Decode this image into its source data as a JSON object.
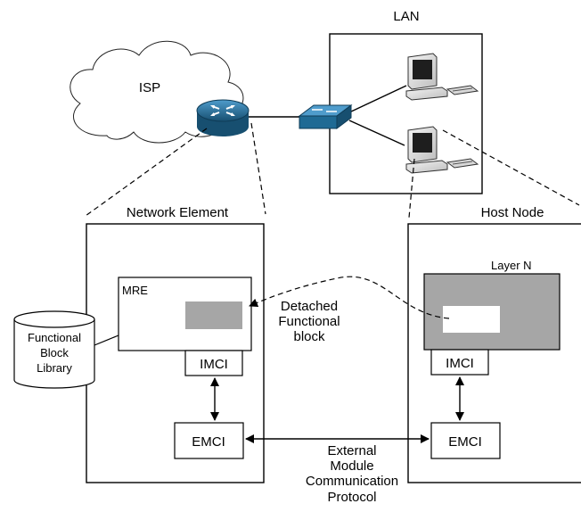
{
  "labels": {
    "isp": "ISP",
    "lan": "LAN",
    "network_element": "Network Element",
    "host_node": "Host Node",
    "mre": "MRE",
    "layer_n": "Layer N",
    "imci": "IMCI",
    "emci": "EMCI",
    "library": [
      "Functional",
      "Block",
      "Library"
    ],
    "detached": [
      "Detached",
      "Functional",
      "block"
    ],
    "protocol": [
      "External",
      "Module",
      "Communication",
      "Protocol"
    ]
  },
  "colors": {
    "router": "#1f6a94",
    "switch": "#1f6a94",
    "layer_fill": "#a6a6a6",
    "block_fill": "#a6a6a6",
    "stroke": "#000000"
  },
  "icons": {
    "cloud": "cloud-icon",
    "router": "router-icon",
    "switch": "switch-icon",
    "computer": "computer-icon",
    "database": "database-icon"
  }
}
